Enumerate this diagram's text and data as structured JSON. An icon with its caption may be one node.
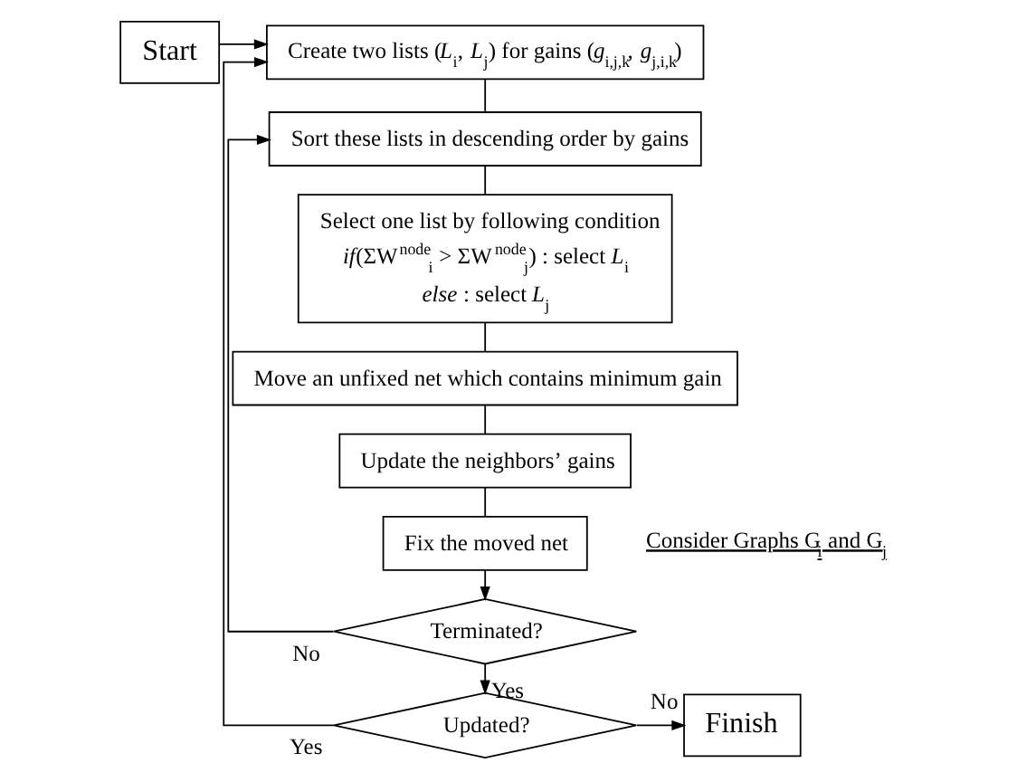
{
  "diagram": {
    "nodes": [
      {
        "text": [
          "Start"
        ]
      },
      {
        "text": [
          "Create two lists (*L*$_{i}$, *L*$_{j}$) for gains (*g*$_{i,j,k}$, *g*$_{j,i,k}$)"
        ]
      },
      {
        "text": [
          "Sort these lists in descending order by gains"
        ]
      },
      {
        "text": [
          "Select one list by following condition",
          "*if*(ΣW$^{node}$$_{i}$ > ΣW$^{node}$$_{j}$) : select *L*$_{i}$",
          "*else* : select *L*$_{j}$"
        ]
      },
      {
        "text": [
          "Move an unfixed net which contains minimum gain"
        ]
      },
      {
        "text": [
          "Update the neighbors’ gains"
        ]
      },
      {
        "text": [
          "Fix the moved net"
        ]
      },
      {
        "text": [
          "Terminated?"
        ]
      },
      {
        "text": [
          "Updated?"
        ]
      },
      {
        "text": [
          "Finish"
        ]
      }
    ],
    "edges": [
      {
        "from": 0,
        "to": 1,
        "arrow": "to"
      },
      {
        "from": 1,
        "to": 2,
        "arrow": "none"
      },
      {
        "from": 2,
        "to": 3,
        "arrow": "none"
      },
      {
        "from": 3,
        "to": 4,
        "arrow": "none"
      },
      {
        "from": 4,
        "to": 5,
        "arrow": "none"
      },
      {
        "from": 5,
        "to": 6,
        "arrow": "none"
      },
      {
        "from": 6,
        "to": 7,
        "arrow": "to"
      },
      {
        "from": 7,
        "to": 2,
        "arrow": "to",
        "label": "No"
      },
      {
        "from": 7,
        "to": 8,
        "arrow": "to",
        "label": "Yes"
      },
      {
        "from": 8,
        "to": 1,
        "arrow": "to",
        "label": "Yes"
      },
      {
        "from": 8,
        "to": 9,
        "arrow": "to",
        "label": "No"
      }
    ],
    "labels": [
      "Consider Graphs G$_{i}$ and G$_{j}$"
    ]
  }
}
